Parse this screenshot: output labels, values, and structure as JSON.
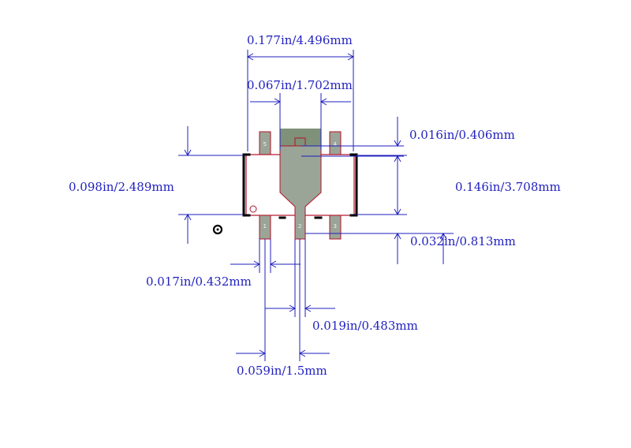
{
  "diagram": {
    "dimensions": {
      "overall_width": "0.177in/4.496mm",
      "tab_width": "0.067in/1.702mm",
      "tab_overhang": "0.016in/0.406mm",
      "body_height": "0.098in/2.489mm",
      "overall_height": "0.146in/3.708mm",
      "lead_length": "0.032in/0.813mm",
      "lead_width": "0.017in/0.432mm",
      "center_lead_width": "0.019in/0.483mm",
      "lead_pitch": "0.059in/1.5mm"
    },
    "pins": {
      "p1": "1",
      "p2": "2",
      "p3": "3",
      "p4": "4",
      "p5": "5"
    },
    "colors": {
      "dimension": "#1f1fbf",
      "body_outline": "#b3122a",
      "pad_fill": "#9aa597",
      "tab_fill": "#7f9178",
      "silkscreen": "#000000"
    }
  }
}
